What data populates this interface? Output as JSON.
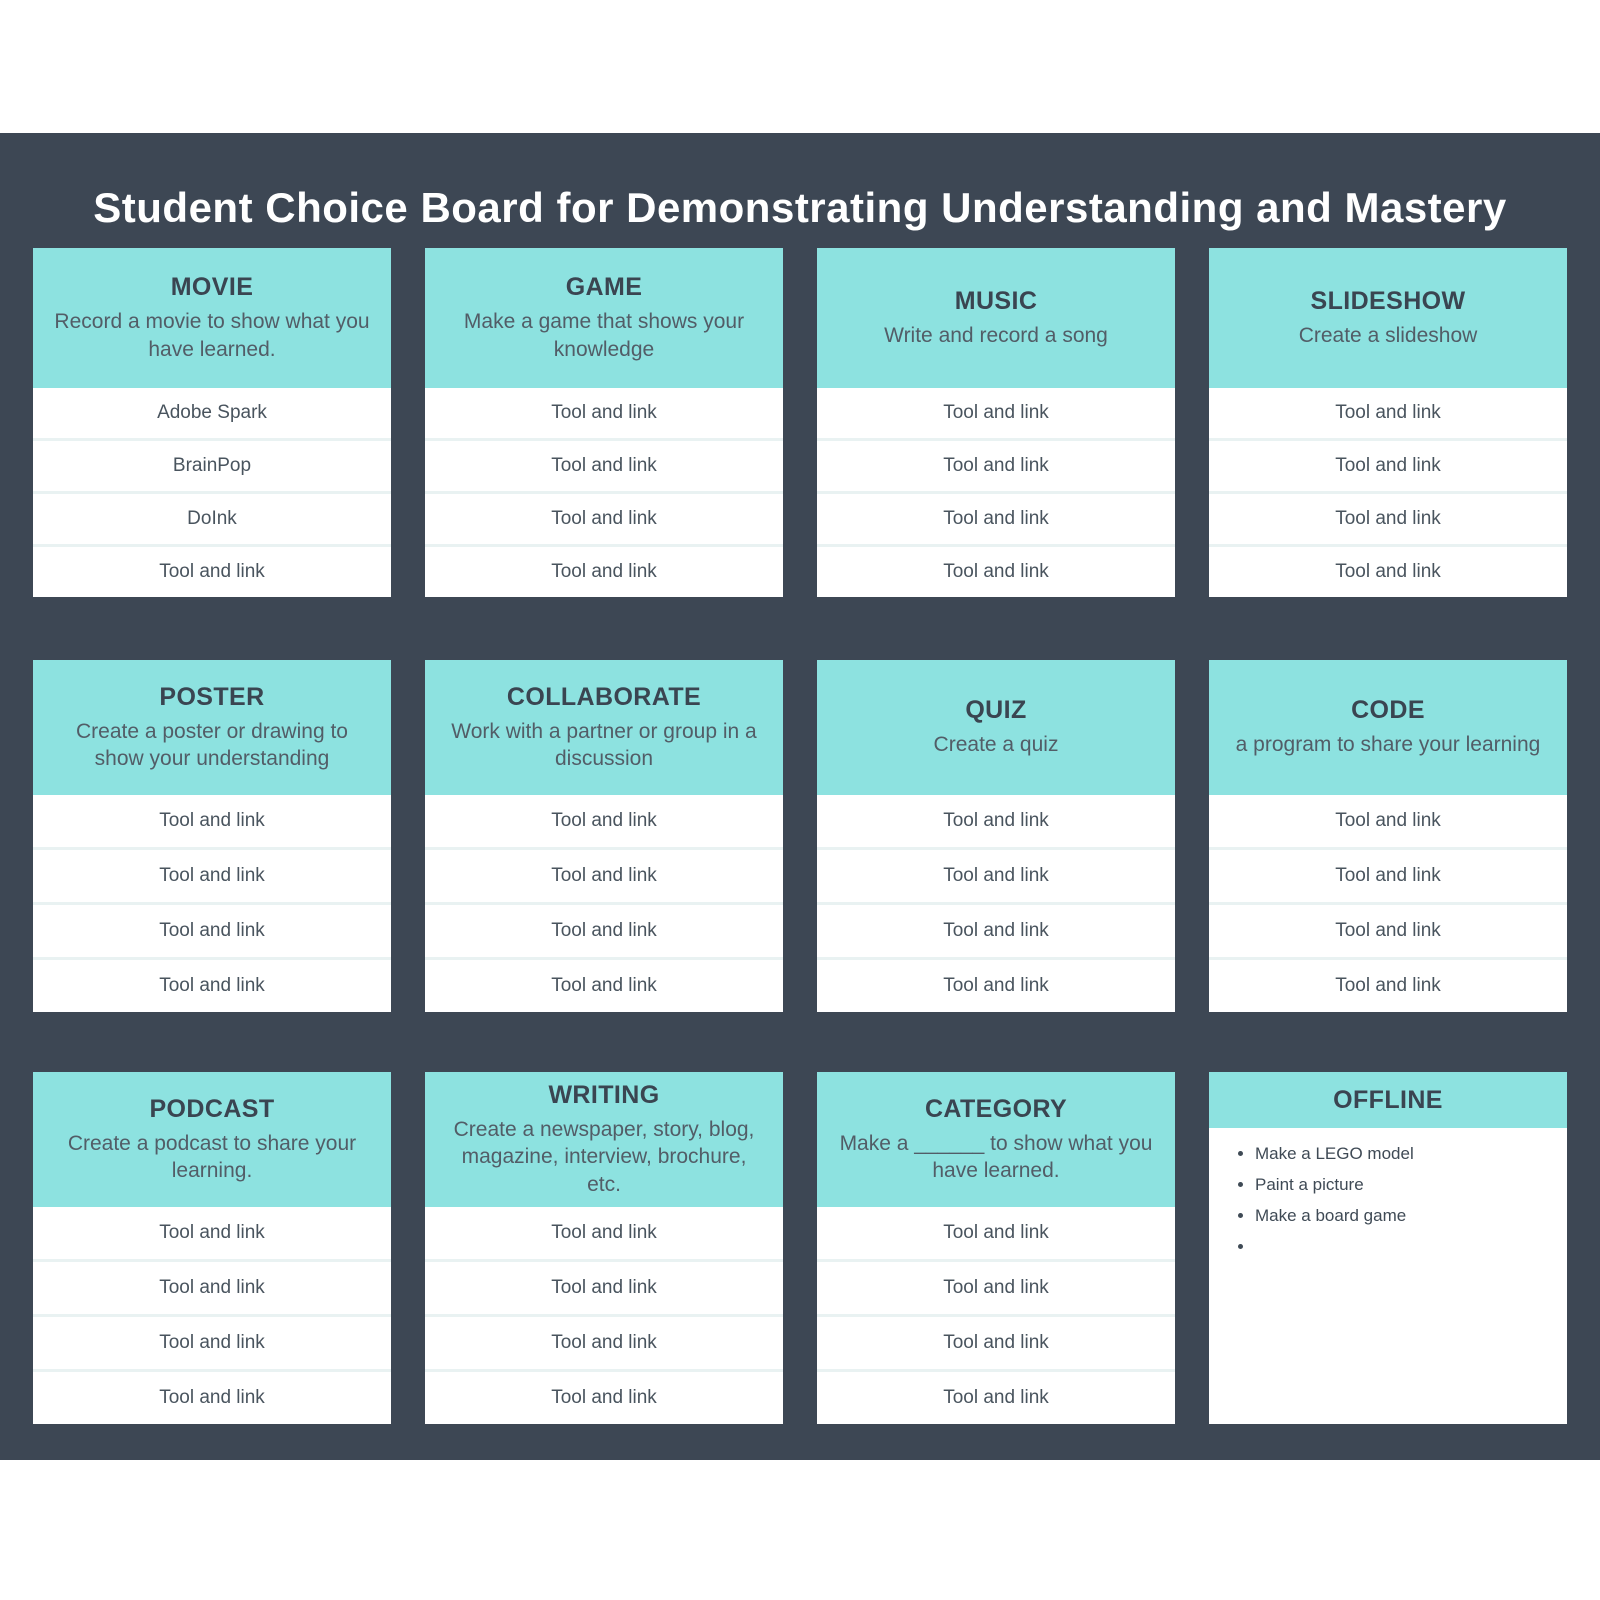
{
  "board": {
    "title": "Student Choice Board for Demonstrating Understanding and Mastery"
  },
  "colors": {
    "page_background": "#FFFFFF",
    "panel_background": "#3D4754",
    "card_header_teal": "#8DE2E0",
    "card_background": "#FFFFFF",
    "title_text": "#FFFFFF",
    "header_text": "#3A4551",
    "description_text": "#525D67",
    "row_text": "#49545E",
    "row_divider": "#E9F2F2"
  },
  "cards": [
    {
      "title": "MOVIE",
      "description": "Record a movie to show what you have learned.",
      "items": [
        "Adobe Spark",
        "BrainPop",
        "DoInk",
        "Tool and link"
      ]
    },
    {
      "title": "GAME",
      "description": "Make a game that shows your knowledge",
      "items": [
        "Tool and link",
        "Tool and link",
        "Tool and link",
        "Tool and link"
      ]
    },
    {
      "title": "MUSIC",
      "description": "Write and record a song",
      "items": [
        "Tool and link",
        "Tool and link",
        "Tool and link",
        "Tool and link"
      ]
    },
    {
      "title": "SLIDESHOW",
      "description": "Create a slideshow",
      "items": [
        "Tool and link",
        "Tool and link",
        "Tool and link",
        "Tool and link"
      ]
    },
    {
      "title": "POSTER",
      "description": "Create a poster or drawing to show your understanding",
      "items": [
        "Tool and link",
        "Tool and link",
        "Tool and link",
        "Tool and link"
      ]
    },
    {
      "title": "COLLABORATE",
      "description": "Work with a partner or group in a discussion",
      "items": [
        "Tool and link",
        "Tool and link",
        "Tool and link",
        "Tool and link"
      ]
    },
    {
      "title": "QUIZ",
      "description": "Create a quiz",
      "items": [
        "Tool and link",
        "Tool and link",
        "Tool and link",
        "Tool and link"
      ]
    },
    {
      "title": "CODE",
      "description": "a program to share your learning",
      "items": [
        "Tool and link",
        "Tool and link",
        "Tool and link",
        "Tool and link"
      ]
    },
    {
      "title": "PODCAST",
      "description": "Create a podcast to share your learning.",
      "items": [
        "Tool and link",
        "Tool and link",
        "Tool and link",
        "Tool and link"
      ]
    },
    {
      "title": "WRITING",
      "description": "Create a newspaper, story, blog, magazine, interview, brochure, etc.",
      "items": [
        "Tool and link",
        "Tool and link",
        "Tool and link",
        "Tool and link"
      ]
    },
    {
      "title": "CATEGORY",
      "description": "Make a ______ to show what you have learned.",
      "items": [
        "Tool and link",
        "Tool and link",
        "Tool and link",
        "Tool and link"
      ]
    },
    {
      "title": "OFFLINE",
      "description": "",
      "bullets": [
        "Make a LEGO model",
        "Paint a picture",
        "Make a board game",
        ""
      ]
    }
  ]
}
